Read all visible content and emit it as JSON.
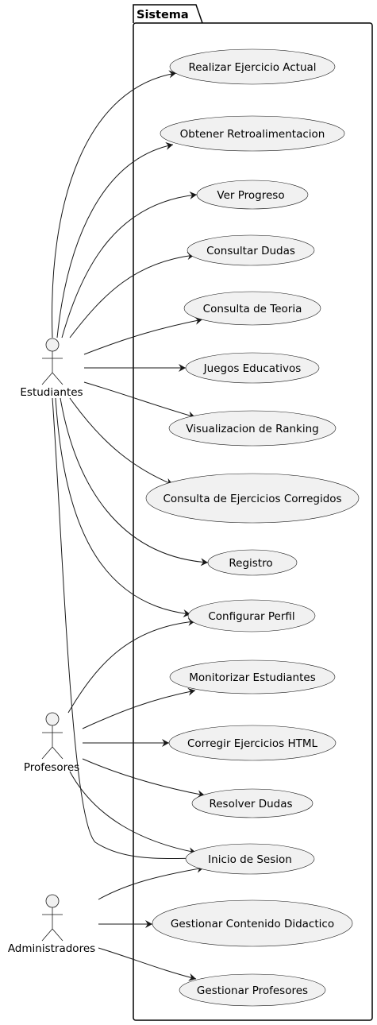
{
  "package": {
    "title": "Sistema"
  },
  "actors": [
    {
      "id": "estudiantes",
      "label": "Estudiantes"
    },
    {
      "id": "profesores",
      "label": "Profesores"
    },
    {
      "id": "administradores",
      "label": "Administradores"
    }
  ],
  "use_cases": [
    {
      "id": "uc1",
      "label": "Realizar Ejercicio Actual"
    },
    {
      "id": "uc2",
      "label": "Obtener Retroalimentacion"
    },
    {
      "id": "uc3",
      "label": "Ver Progreso"
    },
    {
      "id": "uc4",
      "label": "Consultar Dudas"
    },
    {
      "id": "uc5",
      "label": "Consulta de Teoria"
    },
    {
      "id": "uc6",
      "label": "Juegos Educativos"
    },
    {
      "id": "uc7",
      "label": "Visualizacion de Ranking"
    },
    {
      "id": "uc8",
      "label": "Consulta de Ejercicios Corregidos"
    },
    {
      "id": "uc9",
      "label": "Registro"
    },
    {
      "id": "uc10",
      "label": "Configurar Perfil"
    },
    {
      "id": "uc11",
      "label": "Monitorizar Estudiantes"
    },
    {
      "id": "uc12",
      "label": "Corregir Ejercicios HTML"
    },
    {
      "id": "uc13",
      "label": "Resolver Dudas"
    },
    {
      "id": "uc14",
      "label": "Inicio de Sesion"
    },
    {
      "id": "uc15",
      "label": "Gestionar Contenido Didactico"
    },
    {
      "id": "uc16",
      "label": "Gestionar Profesores"
    }
  ],
  "associations": [
    {
      "from": "estudiantes",
      "to": "uc1"
    },
    {
      "from": "estudiantes",
      "to": "uc2"
    },
    {
      "from": "estudiantes",
      "to": "uc3"
    },
    {
      "from": "estudiantes",
      "to": "uc4"
    },
    {
      "from": "estudiantes",
      "to": "uc5"
    },
    {
      "from": "estudiantes",
      "to": "uc6"
    },
    {
      "from": "estudiantes",
      "to": "uc7"
    },
    {
      "from": "estudiantes",
      "to": "uc8"
    },
    {
      "from": "estudiantes",
      "to": "uc9"
    },
    {
      "from": "estudiantes",
      "to": "uc10"
    },
    {
      "from": "estudiantes",
      "to": "uc14"
    },
    {
      "from": "profesores",
      "to": "uc10"
    },
    {
      "from": "profesores",
      "to": "uc11"
    },
    {
      "from": "profesores",
      "to": "uc12"
    },
    {
      "from": "profesores",
      "to": "uc13"
    },
    {
      "from": "profesores",
      "to": "uc14"
    },
    {
      "from": "administradores",
      "to": "uc14"
    },
    {
      "from": "administradores",
      "to": "uc15"
    },
    {
      "from": "administradores",
      "to": "uc16"
    }
  ]
}
